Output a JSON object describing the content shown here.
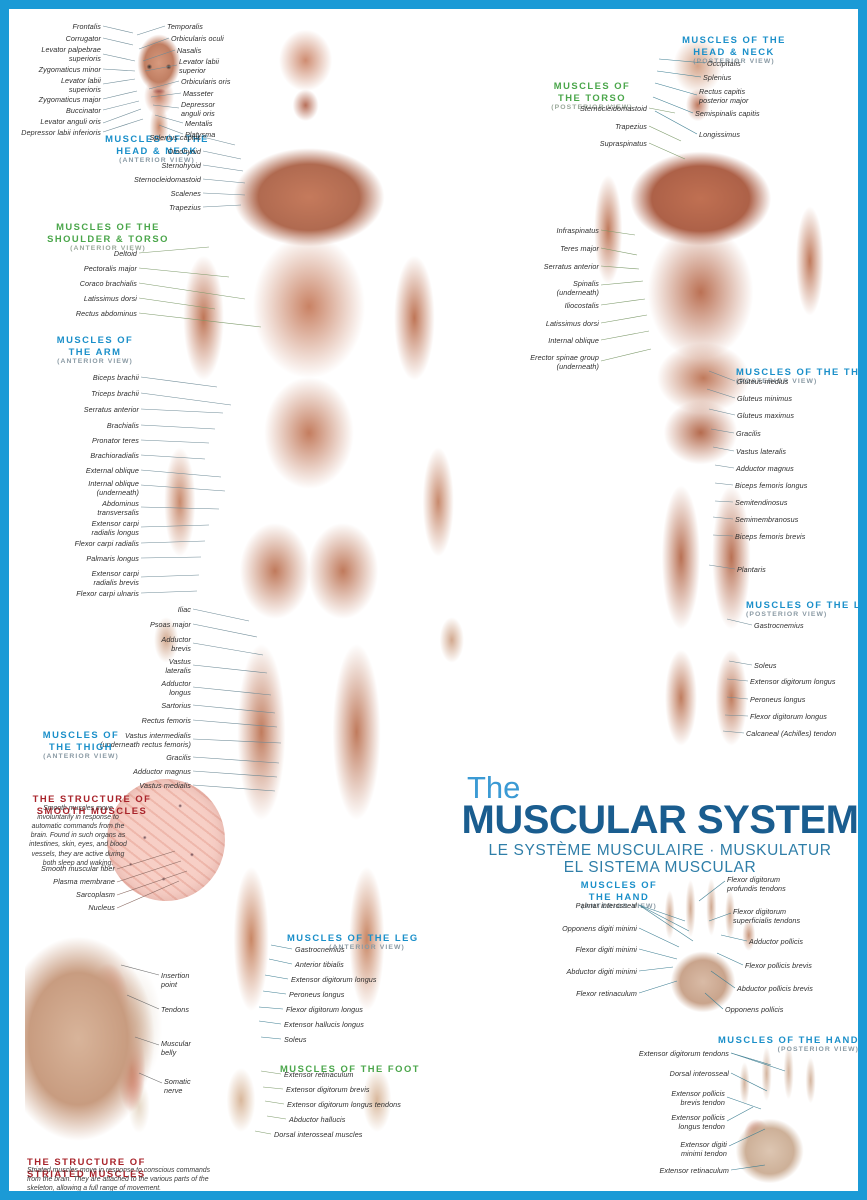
{
  "poster": {
    "border_color": "#1b9ad6",
    "background": "#ffffff",
    "title": {
      "the": "The",
      "main": "MUSCULAR SYSTEM",
      "sub1": "LE SYSTÈME MUSCULAIRE · MUSKULATUR",
      "sub2": "EL SISTEMA MUSCULAR",
      "color_main": "#1a5d8f",
      "color_the": "#3b9ad4",
      "color_sub": "#2f7ea8"
    }
  },
  "sections": {
    "head_neck_anterior": {
      "heading": "MUSCLES OF THE\nHEAD & NECK",
      "view": "(ANTERIOR VIEW)",
      "color": "#1a8fc9",
      "labels_left": [
        "Frontalis",
        "Corrugator",
        "Levator palpebrae\nsuperioris",
        "Zygomaticus minor",
        "Levator labii\nsuperioris",
        "Zygomaticus major",
        "Buccinator",
        "Levator anguli oris",
        "Depressor labii inferioris"
      ],
      "labels_right": [
        "Temporalis",
        "Orbicularis oculi",
        "Nasalis",
        "Levator labii\nsuperior",
        "Orbicularis oris",
        "Masseter",
        "Depressor\nanguli oris",
        "Mentalis",
        "Platysma"
      ]
    },
    "neck_anterior": {
      "labels": [
        "Splenius capitis",
        "Omohyoid",
        "Sternohyoid",
        "Sternocleidomastoid",
        "Scalenes",
        "Trapezius"
      ]
    },
    "shoulder_torso_anterior": {
      "heading": "MUSCLES OF THE\nSHOULDER & TORSO",
      "view": "(ANTERIOR VIEW)",
      "color": "#4aa64a",
      "labels": [
        "Deltoid",
        "Pectoralis major",
        "Coraco brachialis",
        "Latissimus dorsi",
        "Rectus abdominus"
      ]
    },
    "arm_anterior": {
      "heading": "MUSCLES OF\nTHE ARM",
      "view": "(ANTERIOR VIEW)",
      "color": "#1a8fc9",
      "labels": [
        "Biceps brachii",
        "Triceps brachii",
        "Serratus anterior",
        "Brachialis",
        "Pronator teres",
        "Brachioradialis",
        "External oblique",
        "Internal oblique\n(underneath)",
        "Abdominus\ntransversalis",
        "Extensor carpi\nradialis longus",
        "Flexor carpi radialis",
        "Palmaris longus",
        "Extensor carpi\nradialis brevis",
        "Flexor carpi ulnaris"
      ]
    },
    "thigh_anterior": {
      "heading": "MUSCLES OF\nTHE THIGH",
      "view": "(ANTERIOR VIEW)",
      "color": "#1a8fc9",
      "labels": [
        "Iliac",
        "Psoas major",
        "Adductor\nbrevis",
        "Vastus\nlateralis",
        "Adductor\nlongus",
        "Sartorius",
        "Rectus femoris",
        "Vastus intermedialis\n(underneath rectus femoris)",
        "Gracilis",
        "Adductor magnus",
        "Vastus medialis"
      ]
    },
    "leg_anterior": {
      "heading": "MUSCLES OF THE LEG",
      "view": "(ANTERIOR VIEW)",
      "color": "#1a8fc9",
      "labels": [
        "Gastrocnemius",
        "Anterior tibialis",
        "Extensor digitorum longus",
        "Peroneus longus",
        "Flexor digitorum longus",
        "Extensor hallucis longus",
        "Soleus"
      ]
    },
    "foot": {
      "heading": "MUSCLES OF THE FOOT",
      "color": "#4aa64a",
      "labels": [
        "Extensor retinaculum",
        "Extensor digitorum brevis",
        "Extensor digitorum longus tendons",
        "Abductor hallucis",
        "Dorsal interosseal muscles"
      ]
    },
    "head_neck_posterior": {
      "heading": "MUSCLES OF THE\nHEAD & NECK",
      "view": "(POSTERIOR VIEW)",
      "color": "#1a8fc9",
      "labels": [
        "Occipitalis",
        "Splenius",
        "Rectus capitis\nposterior major",
        "Semispinalis capitis",
        "Longissimus"
      ]
    },
    "torso_posterior": {
      "heading": "MUSCLES OF\nTHE TORSO",
      "view": "(POSTERIOR VIEW)",
      "color": "#4aa64a",
      "labels_upper": [
        "Sternocleidomastoid",
        "Trapezius",
        "Supraspinatus"
      ],
      "labels_lower": [
        "Infraspinatus",
        "Teres major",
        "Serratus anterior",
        "Spinalis\n(underneath)",
        "Iliocostalis",
        "Latissimus dorsi",
        "Internal oblique",
        "Erector spinae group\n(underneath)"
      ]
    },
    "thigh_posterior": {
      "heading": "MUSCLES OF THE THIGH",
      "view": "(POSTERIOR VIEW)",
      "color": "#1a8fc9",
      "labels": [
        "Gluteus medius",
        "Gluteus minimus",
        "Gluteus maximus",
        "Gracilis",
        "Vastus lateralis",
        "Adductor magnus",
        "Biceps femoris longus",
        "Semitendinosus",
        "Semimembranosus",
        "Biceps femoris brevis",
        "Plantaris"
      ]
    },
    "leg_posterior": {
      "heading": "MUSCLES OF THE LEG",
      "view": "(POSTERIOR VIEW)",
      "color": "#1a8fc9",
      "labels": [
        "Gastrocnemius",
        "Soleus",
        "Extensor digitorum longus",
        "Peroneus longus",
        "Flexor digitorum longus",
        "Calcaneal (Achilles) tendon"
      ]
    },
    "hand_anterior": {
      "heading": "MUSCLES OF\nTHE HAND",
      "view": "(ANTERIOR VIEW)",
      "color": "#1a8fc9",
      "labels_left": [
        "Palmar interosseal",
        "Opponens digiti minimi",
        "Flexor digiti minimi",
        "Abductor digiti minimi",
        "Flexor retinaculum"
      ],
      "labels_right": [
        "Flexor digitorum\nprofundis tendons",
        "Flexor digitorum\nsuperficialis tendons",
        "Adductor pollicis",
        "Flexor pollicis brevis",
        "Abductor pollicis brevis",
        "Opponens pollicis"
      ]
    },
    "hand_posterior": {
      "heading": "MUSCLES OF THE HAND",
      "view": "(POSTERIOR VIEW)",
      "color": "#1a8fc9",
      "labels": [
        "Extensor digitorum tendons",
        "Dorsal interosseal",
        "Extensor pollicis\nbrevis tendon",
        "Extensor pollicis\nlongus tendon",
        "Extensor digiti\nminimi tendon",
        "Extensor retinaculum"
      ]
    },
    "smooth_muscles": {
      "heading": "THE STRUCTURE OF\nSMOOTH MUSCLES",
      "color": "#a8232a",
      "body": "Smooth muscles move involuntarily in response to automatic commands from the brain. Found in such organs as intestines, skin, eyes, and blood vessels, they are active during both sleep and waking.",
      "labels": [
        "Smooth muscular fiber",
        "Plasma membrane",
        "Sarcoplasm",
        "Nucleus"
      ]
    },
    "striated_muscles": {
      "heading": "THE STRUCTURE OF\nSTRIATED MUSCLES",
      "color": "#a8232a",
      "body": "Striated muscles move in response to conscious commands from the brain. They are attached to the various parts of the skeleton, allowing a full range of movement.",
      "labels": [
        "Insertion\npoint",
        "Tendons",
        "Muscular\nbelly",
        "Somatic\nnerve"
      ]
    }
  }
}
